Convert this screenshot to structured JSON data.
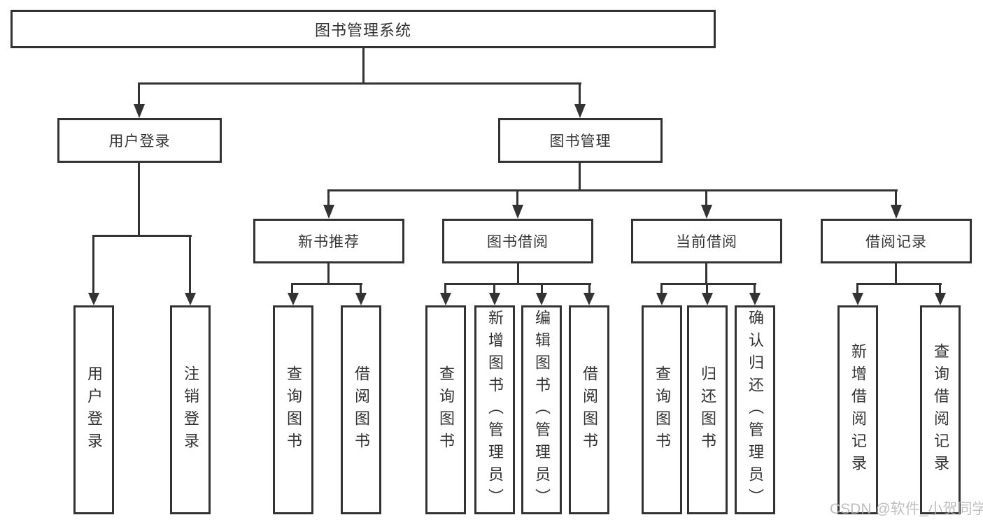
{
  "tree": {
    "label": "图书管理系统",
    "children": [
      {
        "label": "用户登录",
        "children": [
          {
            "label": "用户登录"
          },
          {
            "label": "注销登录"
          }
        ]
      },
      {
        "label": "图书管理",
        "children": [
          {
            "label": "新书推荐",
            "children": [
              {
                "label": "查询图书"
              },
              {
                "label": "借阅图书"
              }
            ]
          },
          {
            "label": "图书借阅",
            "children": [
              {
                "label": "查询图书"
              },
              {
                "label": "新增图书（管理员）"
              },
              {
                "label": "编辑图书（管理员）"
              },
              {
                "label": "借阅图书"
              }
            ]
          },
          {
            "label": "当前借阅",
            "children": [
              {
                "label": "查询图书"
              },
              {
                "label": "归还图书"
              },
              {
                "label": "确认归还（管理员）"
              }
            ]
          },
          {
            "label": "借阅记录",
            "children": [
              {
                "label": "新增借阅记录"
              },
              {
                "label": "查询借阅记录"
              }
            ]
          }
        ]
      }
    ]
  },
  "watermark": "CSDN @软件_小贺同学",
  "colors": {
    "line": "#333333",
    "text": "#333333",
    "bg": "#ffffff",
    "watermark": "#b5b5b5"
  }
}
